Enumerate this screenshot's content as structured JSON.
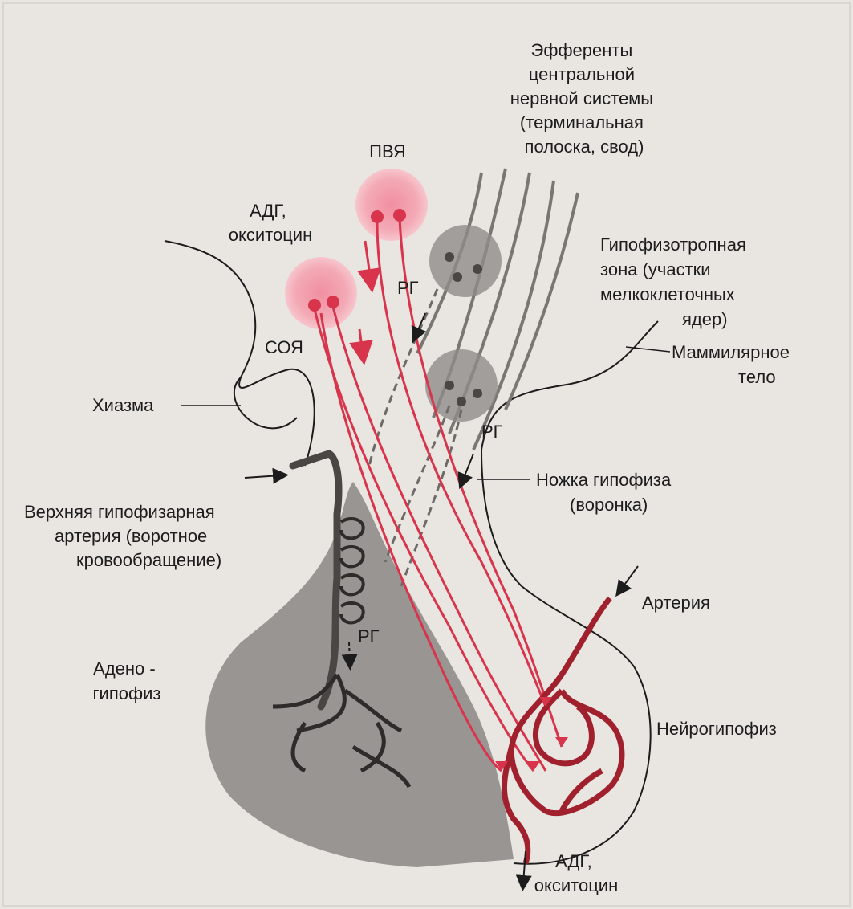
{
  "colors": {
    "background": "#e9e6e2",
    "bleed_text": "#cfcbc6",
    "adenohypophysis": "#8f8c8a",
    "neurohypophysis": "#e7e3df",
    "nucleus_glow": "#f3a9b5",
    "axon": "#d8344b",
    "vessel": "#a0212d",
    "portal_vessel": "#4a4644",
    "ink": "#1c1c1c"
  },
  "labels": {
    "efferents": [
      "Эфференты",
      "центральной",
      "нервной системы",
      "(терминальная",
      "полоска, свод)"
    ],
    "pvn": "ПВЯ",
    "adh_top": [
      "АДГ,",
      "окситоцин"
    ],
    "hypophysiotropic": [
      "Гипофизотропная",
      "зона (участки",
      "мелкоклеточных",
      "ядер)"
    ],
    "rg_1": "РГ",
    "son": "СОЯ",
    "mammillary": [
      "Маммилярное",
      "тело"
    ],
    "chiasm": "Хиазма",
    "rg_2": "РГ",
    "stalk": [
      "Ножка гипофиза",
      "(воронка)"
    ],
    "sup_artery": [
      "Верхняя гипофизарная",
      "артерия (воротное",
      "кровообращение)"
    ],
    "artery": "Артерия",
    "rg_3": "РГ",
    "adeno": [
      "Адено -",
      "гипофиз"
    ],
    "neuro": "Нейрогипофиз",
    "adh_bottom": [
      "АДГ,",
      "окситоцин"
    ]
  }
}
